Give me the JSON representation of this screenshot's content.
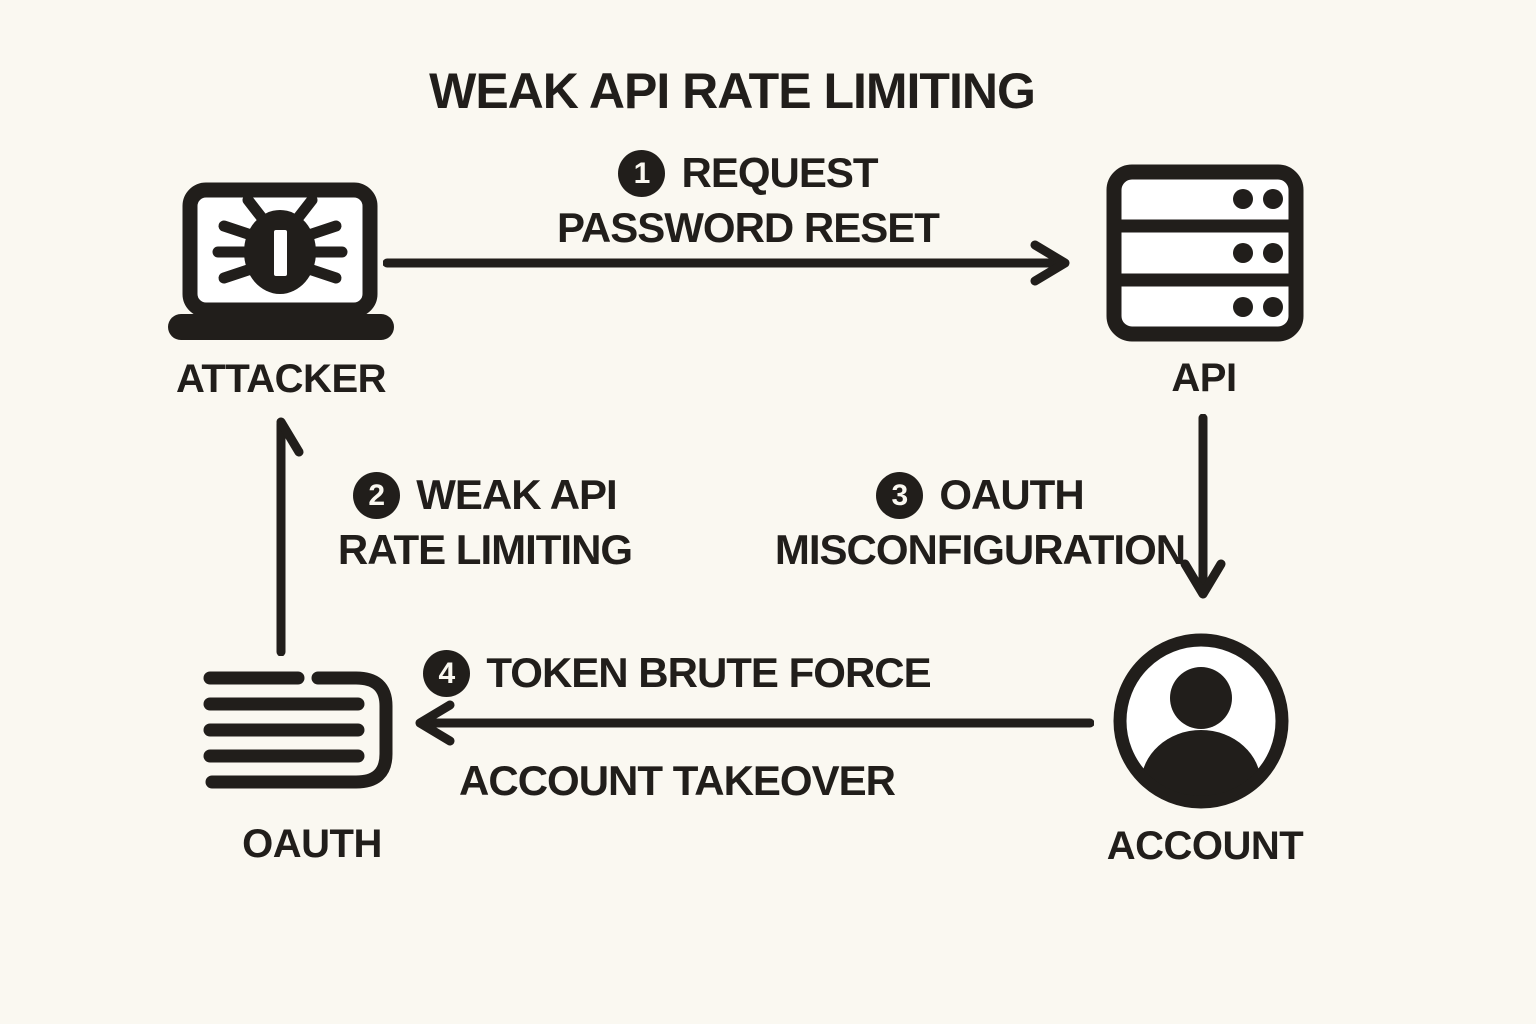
{
  "title": "WEAK API RATE LIMITING",
  "colors": {
    "background": "#FAF8F1",
    "ink": "#211E1B",
    "icon_fill": "#FFFFFF"
  },
  "nodes": {
    "attacker": {
      "label": "ATTACKER",
      "icon": "laptop-bug-icon"
    },
    "api": {
      "label": "API",
      "icon": "server-icon"
    },
    "oauth": {
      "label": "OAUTH",
      "icon": "document-icon"
    },
    "account": {
      "label": "ACCOUNT",
      "icon": "user-circle-icon"
    }
  },
  "steps": {
    "step1": {
      "number": "1",
      "line1": "REQUEST",
      "line2": "PASSWORD RESET",
      "from": "attacker",
      "to": "api",
      "arrow_direction": "right"
    },
    "step2": {
      "number": "2",
      "line1": "WEAK API",
      "line2": "RATE LIMITING",
      "from": "oauth",
      "to": "attacker",
      "arrow_direction": "up"
    },
    "step3": {
      "number": "3",
      "line1": "OAUTH",
      "line2": "MISCONFIGURATION",
      "from": "api",
      "to": "account",
      "arrow_direction": "down"
    },
    "step4": {
      "number": "4",
      "label": "TOKEN BRUTE FORCE",
      "result": "ACCOUNT TAKEOVER",
      "from": "account",
      "to": "oauth",
      "arrow_direction": "left"
    }
  }
}
